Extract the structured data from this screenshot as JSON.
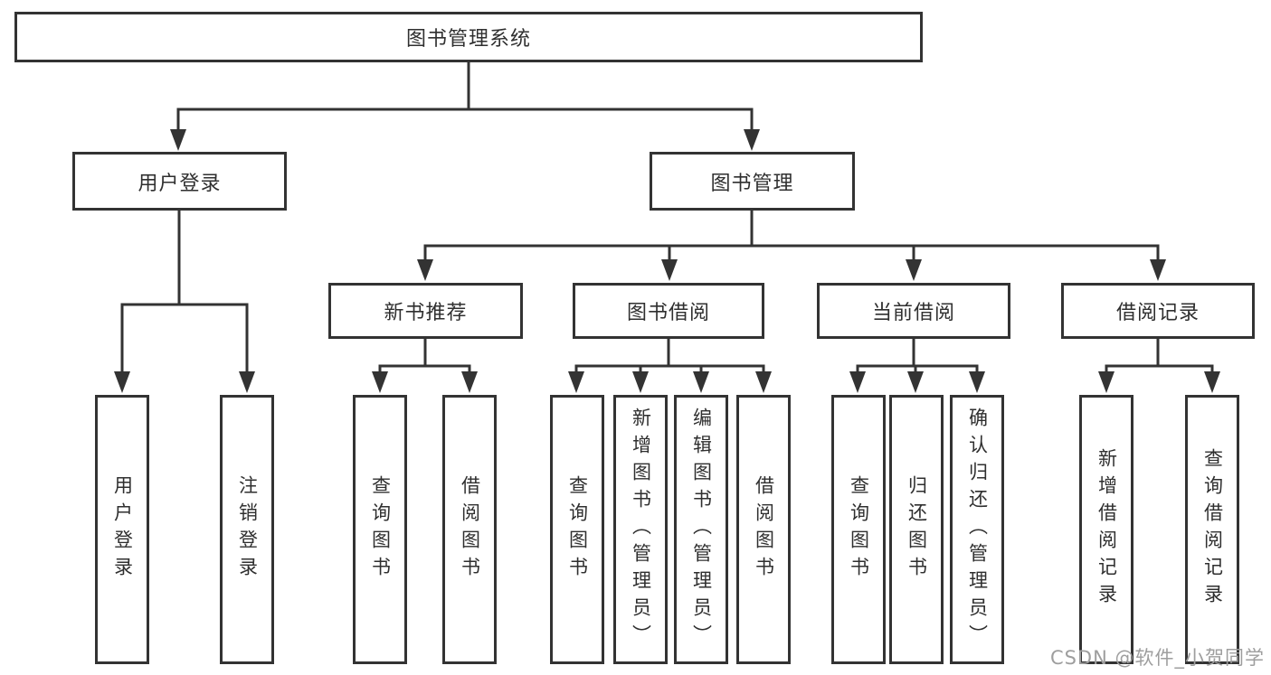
{
  "diagram": {
    "title": "图书管理系统",
    "root": {
      "label": "图书管理系统"
    },
    "modules": [
      {
        "label": "用户登录"
      },
      {
        "label": "图书管理"
      }
    ],
    "submodules": [
      {
        "label": "新书推荐"
      },
      {
        "label": "图书借阅"
      },
      {
        "label": "当前借阅"
      },
      {
        "label": "借阅记录"
      }
    ],
    "leaves": [
      {
        "label": "用户登录",
        "parent": "用户登录"
      },
      {
        "label": "注销登录",
        "parent": "用户登录"
      },
      {
        "label": "查询图书",
        "parent": "新书推荐"
      },
      {
        "label": "借阅图书",
        "parent": "新书推荐"
      },
      {
        "label": "查询图书",
        "parent": "图书借阅"
      },
      {
        "label": "新增图书（管理员）",
        "parent": "图书借阅"
      },
      {
        "label": "编辑图书（管理员）",
        "parent": "图书借阅"
      },
      {
        "label": "借阅图书",
        "parent": "图书借阅"
      },
      {
        "label": "查询图书",
        "parent": "当前借阅"
      },
      {
        "label": "归还图书",
        "parent": "当前借阅"
      },
      {
        "label": "确认归还（管理员）",
        "parent": "当前借阅"
      },
      {
        "label": "新增借阅记录",
        "parent": "借阅记录"
      },
      {
        "label": "查询借阅记录",
        "parent": "借阅记录"
      }
    ]
  },
  "watermark": {
    "text": "CSDN @软件_小贺同学"
  },
  "colors": {
    "line": "#333333",
    "node_border": "#333333",
    "node_text": "#2f2f2f",
    "watermark_text": "#9e9e9e",
    "background": "#ffffff"
  }
}
